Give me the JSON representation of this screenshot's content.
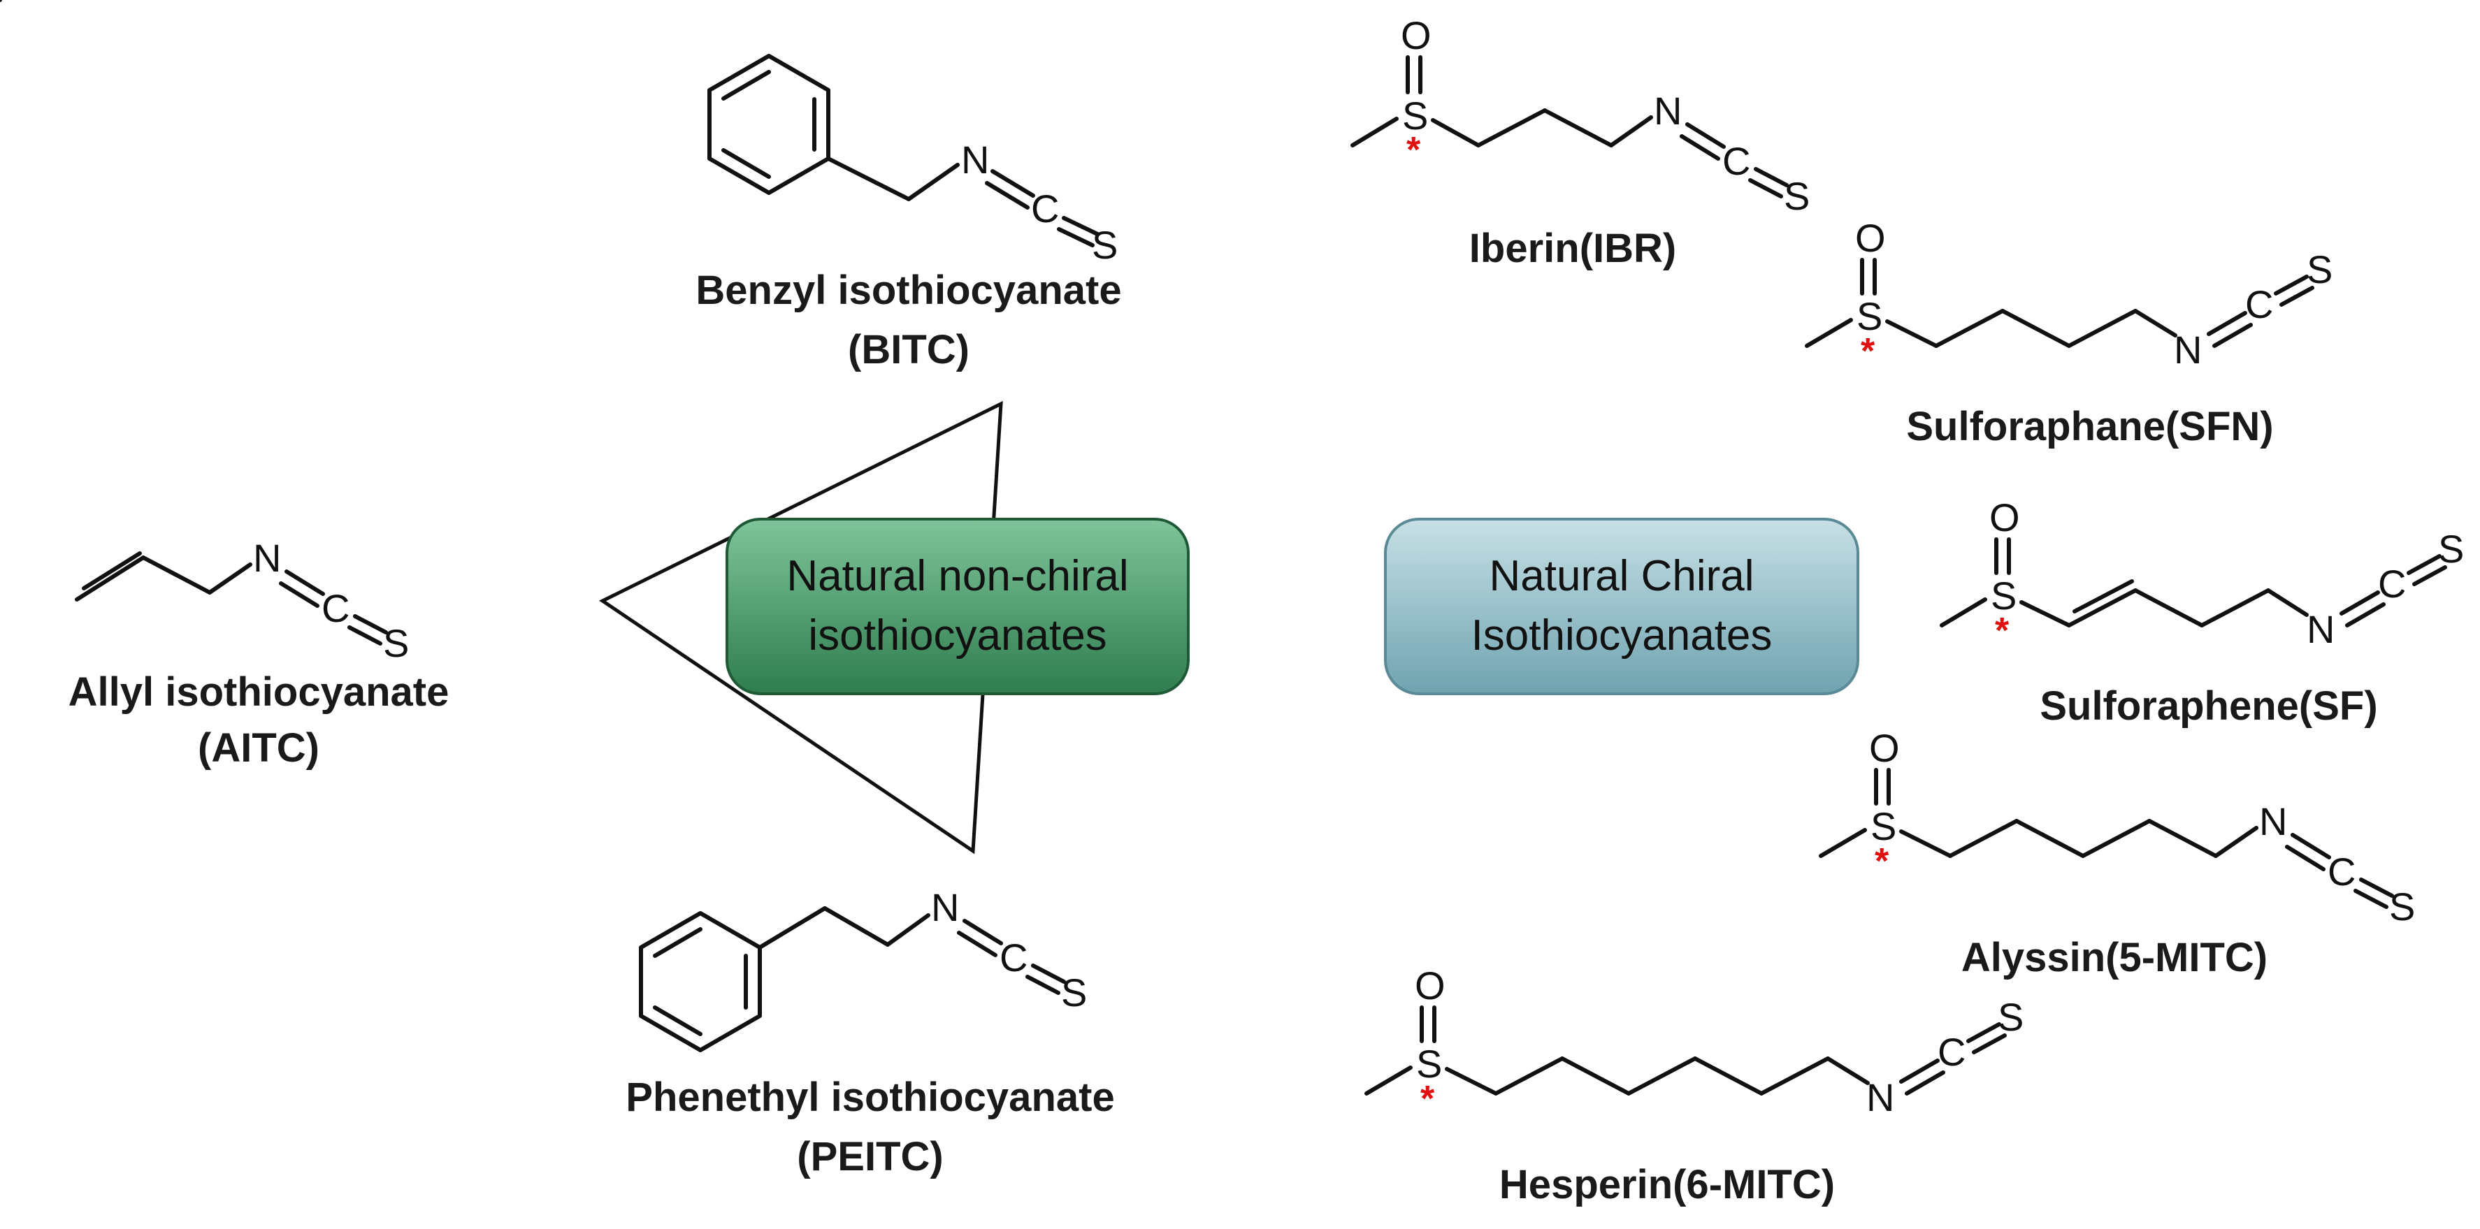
{
  "categories": {
    "non_chiral": {
      "line1": "Natural non-chiral",
      "line2": "isothiocyanates",
      "fill": "#2e7d4f",
      "fill_light": "#7fc49a"
    },
    "chiral": {
      "line1": "Natural Chiral",
      "line2": "Isothiocyanates",
      "fill": "#6fa3b0",
      "fill_light": "#c7e0e6"
    }
  },
  "compounds": {
    "bitc": {
      "name": "Benzyl isothiocyanate",
      "abbr": "(BITC)"
    },
    "aitc": {
      "name": "Allyl isothiocyanate",
      "abbr": "(AITC)"
    },
    "peitc": {
      "name": "Phenethyl isothiocyanate",
      "abbr": "(PEITC)"
    },
    "ibr": {
      "name": "Iberin(IBR)"
    },
    "sfn": {
      "name": "Sulforaphane(SFN)"
    },
    "sf": {
      "name": "Sulforaphene(SF)"
    },
    "alyssin": {
      "name": "Alyssin(5-MITC)"
    },
    "hesperin": {
      "name": "Hesperin(6-MITC)"
    }
  },
  "atoms": {
    "N": "N",
    "C": "C",
    "S": "S",
    "O": "O",
    "stereo": "*"
  },
  "colors": {
    "stereo": "#e01010"
  }
}
